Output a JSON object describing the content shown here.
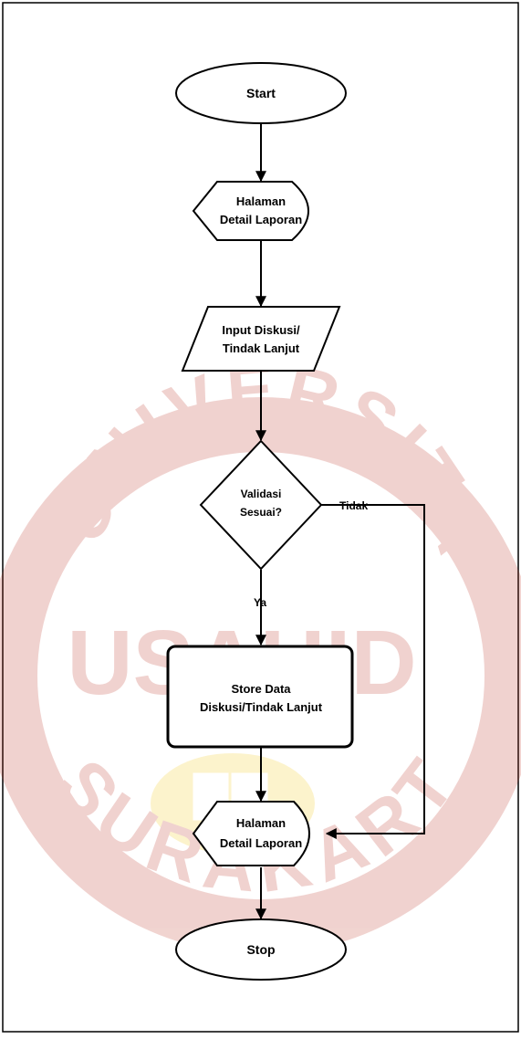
{
  "flowchart": {
    "start": "Start",
    "display_1": [
      "Halaman",
      "Detail Laporan"
    ],
    "input": [
      "Input Diskusi/",
      "Tindak Lanjut"
    ],
    "decision": [
      "Validasi",
      "Sesuai?"
    ],
    "label_no": "Tidak",
    "label_yes": "Ya",
    "process": [
      "Store Data",
      "Diskusi/Tindak Lanjut"
    ],
    "display_2": [
      "Halaman",
      "Detail Laporan"
    ],
    "stop": "Stop"
  },
  "watermark": {
    "arc_text": "UNIVERSITAS SAHID",
    "center_text": "USAHID",
    "bottom_text": "SURAKARTA",
    "color": "#c0392b",
    "emblem_color": "#f2c200"
  }
}
